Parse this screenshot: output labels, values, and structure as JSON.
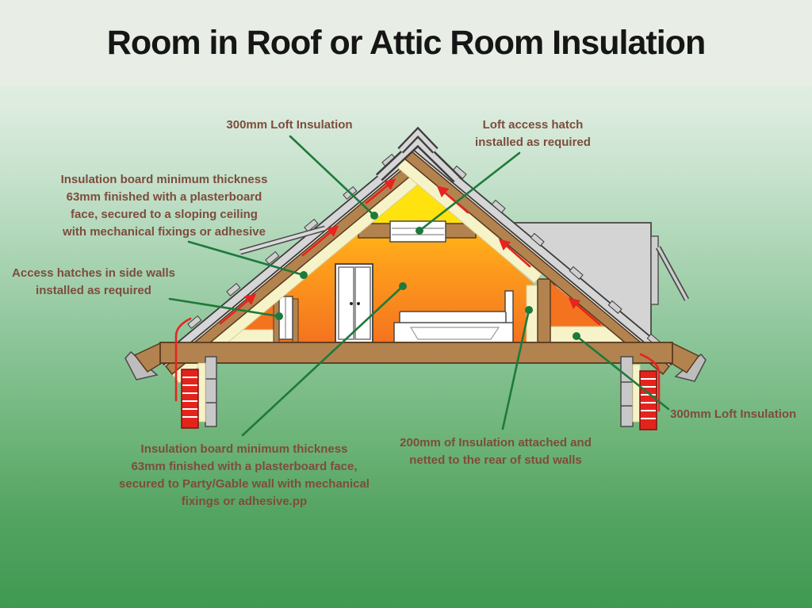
{
  "title": "Room in Roof or Attic Room Insulation",
  "annotations": {
    "loft_insulation_top": {
      "lines": [
        "300mm Loft Insulation"
      ]
    },
    "loft_access_hatch": {
      "lines": [
        "Loft access hatch",
        "installed as required"
      ]
    },
    "insulation_board_sloping": {
      "lines": [
        "Insulation board minimum thickness",
        "63mm finished with a plasterboard",
        "face, secured to a sloping ceiling",
        "with mechanical fixings or adhesive"
      ]
    },
    "access_hatches_side_walls": {
      "lines": [
        "Access hatches in side walls",
        "installed as required"
      ]
    },
    "insulation_board_gable": {
      "lines": [
        "Insulation board minimum thickness",
        "63mm finished with a plasterboard face,",
        "secured to Party/Gable wall with mechanical",
        "fixings or adhesive.pp"
      ]
    },
    "insulation_stud_walls": {
      "lines": [
        "200mm of Insulation attached and",
        "netted to the rear of stud walls"
      ]
    },
    "loft_insulation_right": {
      "lines": [
        "300mm Loft Insulation"
      ]
    }
  },
  "colors": {
    "label_text": "#7E4C3C",
    "leader_line": "#1E7A3B",
    "arrow_red": "#E62420",
    "insulation_cream": "#F7F3C8",
    "wood_brown": "#B3834F",
    "tile_grey": "#D6D6D6",
    "gable_grey": "#D4D4D4",
    "brick_red": "#E5231D",
    "room_warm_top": "#FFD60A",
    "room_warm_bottom": "#F4731F",
    "loft_void_yellow": "#FFE20E",
    "background_green": "#3F9A51",
    "title_color": "#161616"
  }
}
